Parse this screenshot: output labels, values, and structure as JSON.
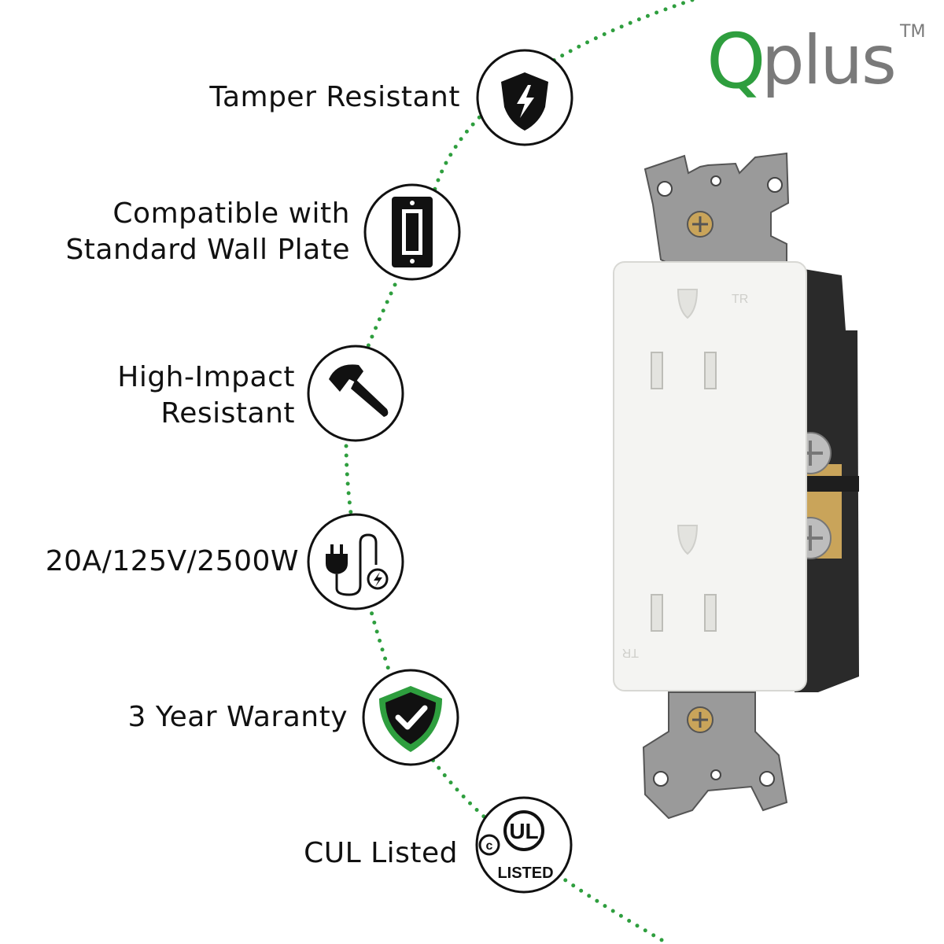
{
  "brand": {
    "logo_q": "Q",
    "logo_rest": "plus",
    "trademark": "TM",
    "q_color": "#2e9e3e",
    "text_color": "#7a7a7a"
  },
  "features": [
    {
      "lines": [
        "Tamper Resistant"
      ],
      "icon": "shield-lightning-icon"
    },
    {
      "lines": [
        "Compatible with",
        "Standard Wall Plate"
      ],
      "icon": "wall-plate-icon"
    },
    {
      "lines": [
        "High-Impact",
        "Resistant"
      ],
      "icon": "hammer-icon"
    },
    {
      "lines": [
        "20A/125V/2500W"
      ],
      "icon": "plug-cord-icon"
    },
    {
      "lines": [
        "3 Year Waranty"
      ],
      "icon": "shield-check-icon"
    },
    {
      "lines": [
        "CUL Listed"
      ],
      "icon": "ul-listed-icon"
    }
  ],
  "ul_badge": {
    "c": "c",
    "ul": "UL",
    "listed": "LISTED"
  },
  "outlet": {
    "tr_label": "TR"
  },
  "colors": {
    "dot_green": "#2e9e3e",
    "icon_black": "#111111",
    "badge_green": "#2e9e3e"
  }
}
